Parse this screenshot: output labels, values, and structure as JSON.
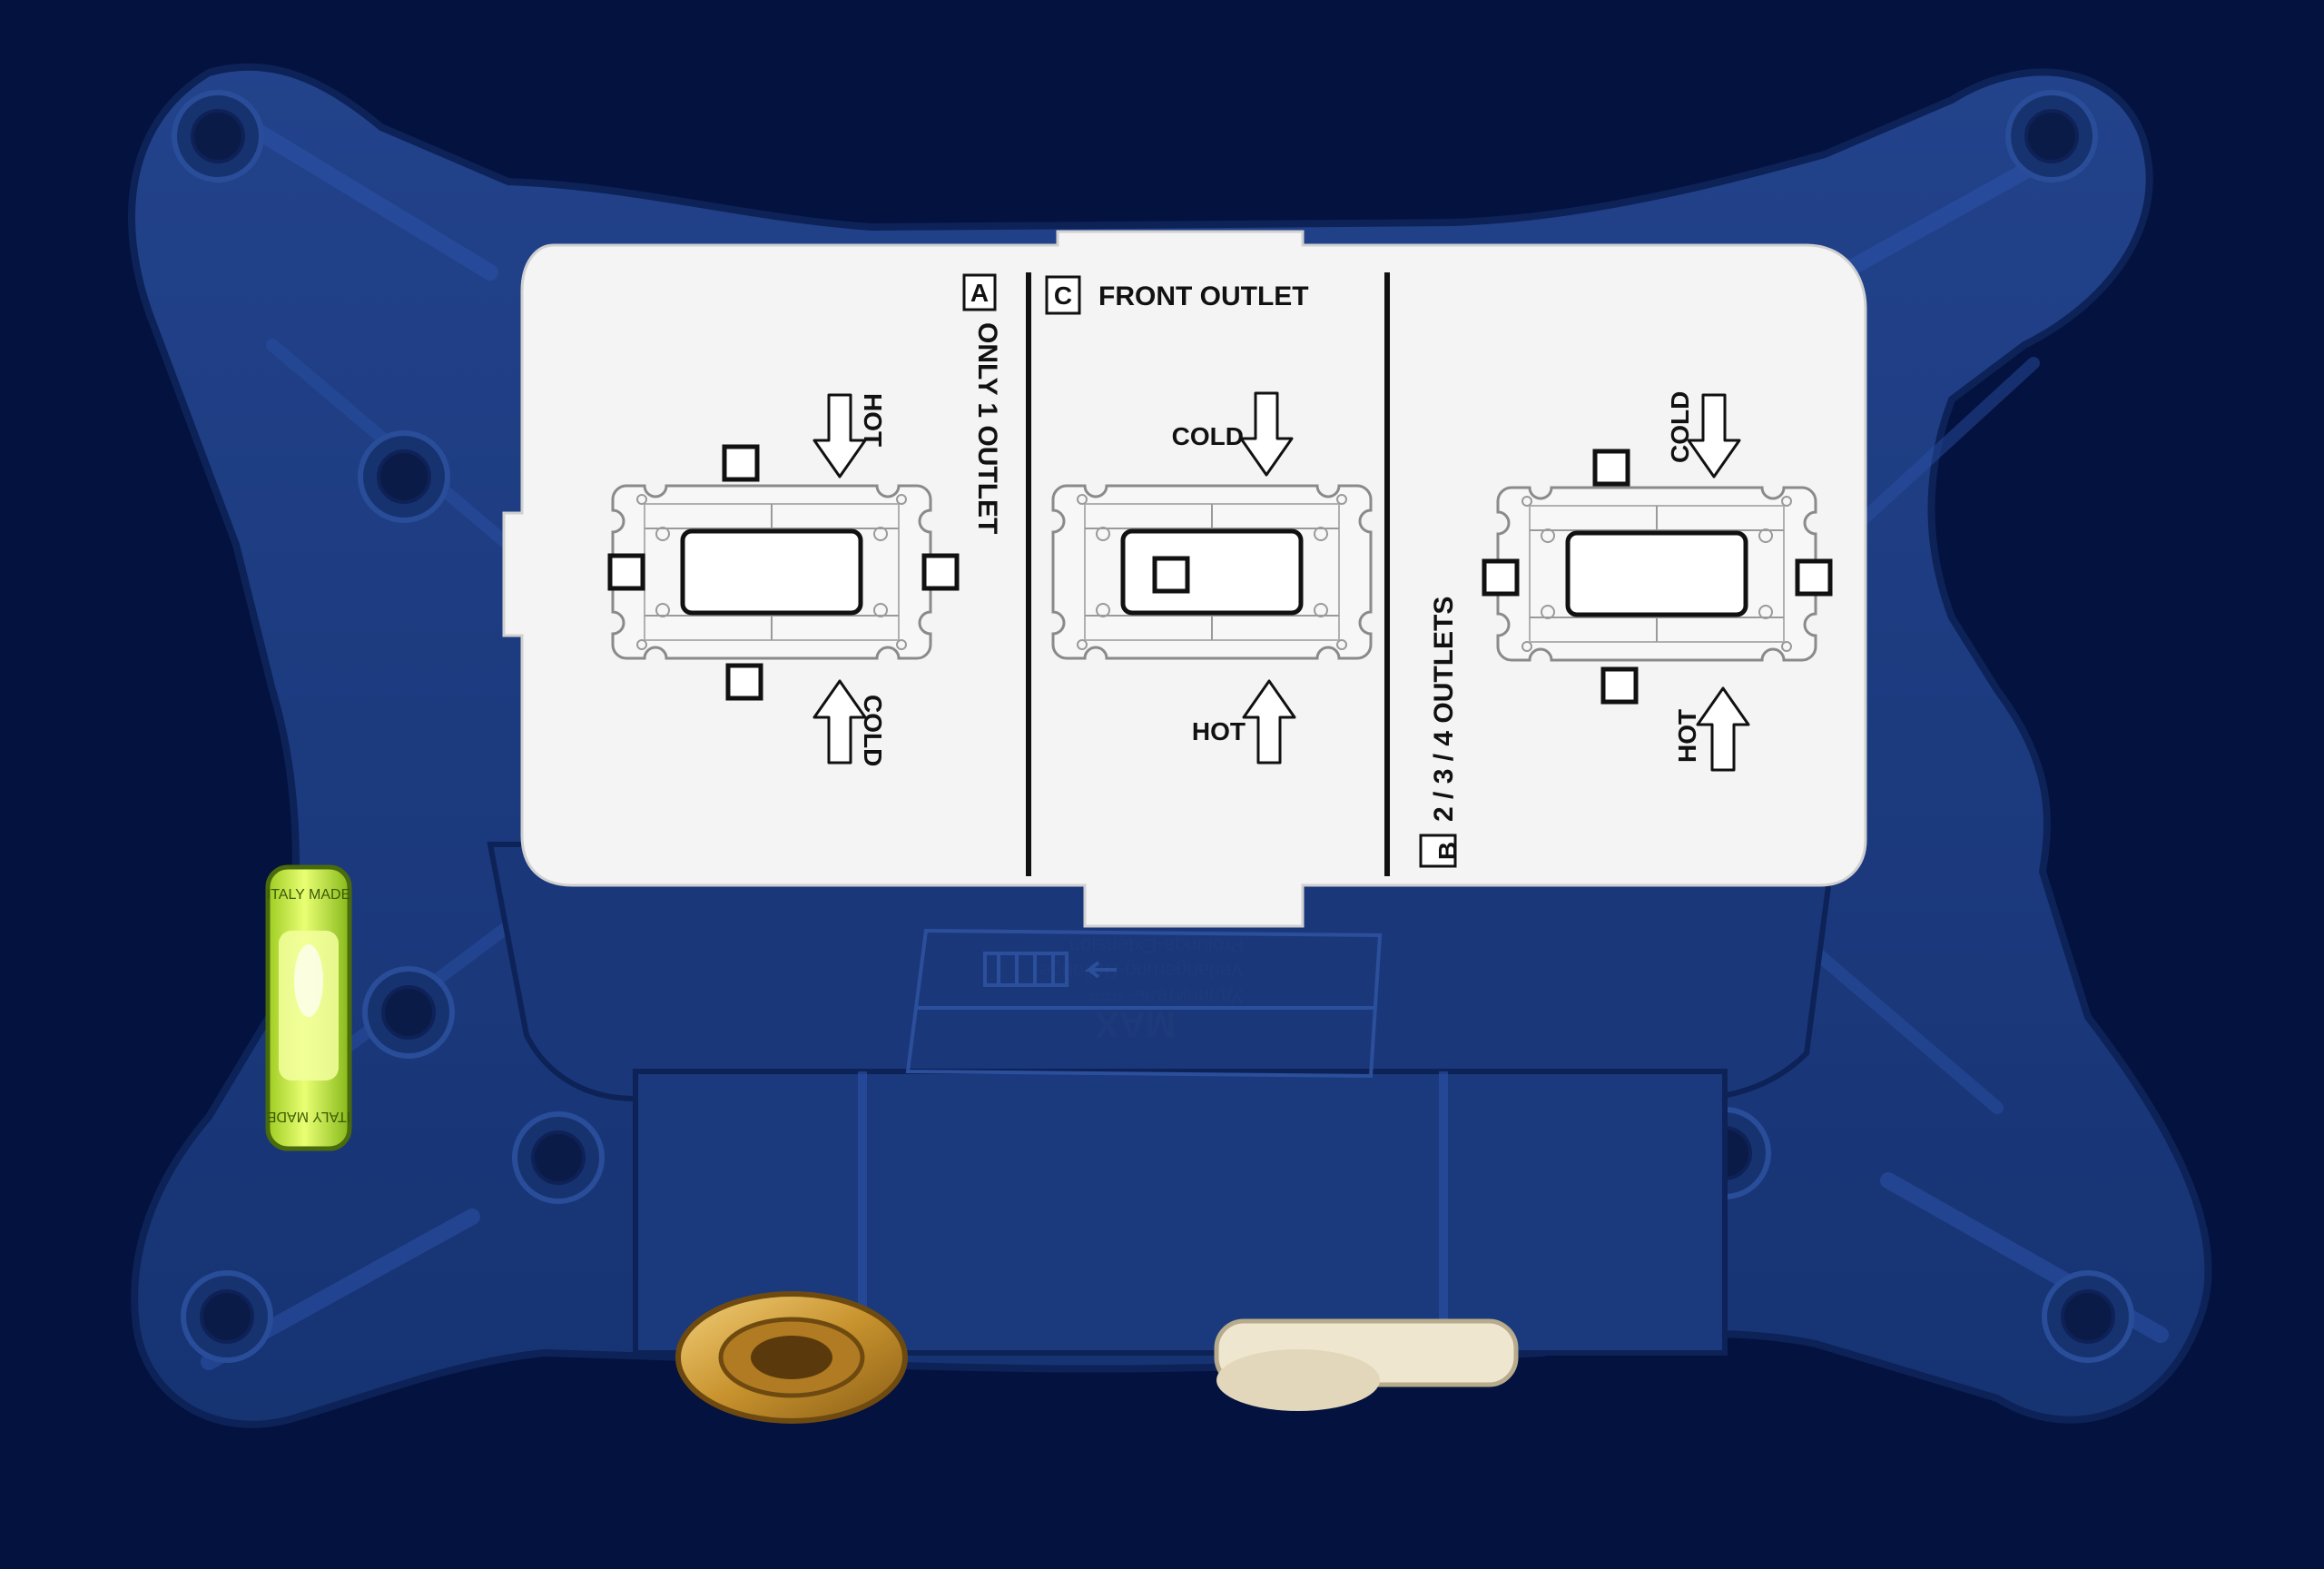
{
  "colors": {
    "background": "#04123f",
    "housing": "#1d3a80",
    "housing_dark": "#112a66",
    "label": "#f4f4f4",
    "ink": "#111111",
    "brass": "#c8932e",
    "spirit_level": "#c8f03a"
  },
  "label": {
    "panel_a": {
      "letter": "A",
      "title": "ONLY 1 OUTLET",
      "top_arrow": "HOT",
      "bottom_arrow": "COLD"
    },
    "panel_c": {
      "letter": "C",
      "title": "FRONT OUTLET",
      "top_arrow": "COLD",
      "bottom_arrow": "HOT"
    },
    "panel_b": {
      "letter": "B",
      "title": "2 / 3 / 4 OUTLETS",
      "top_arrow": "COLD",
      "bottom_arrow": "HOT"
    }
  },
  "embossing": {
    "line1": "Удлинитель- ###",
    "line2": "Verlangerung-Rallonge",
    "line3": "Prolunga-Extension",
    "max": "MAX"
  },
  "spirit_level": {
    "text_top": "ITALY MADE",
    "text_bottom": "ITALY MADE"
  }
}
